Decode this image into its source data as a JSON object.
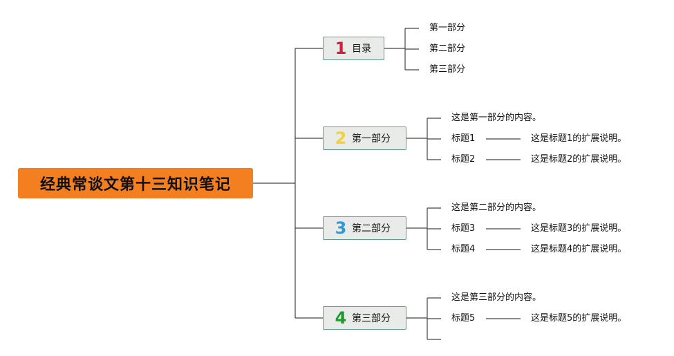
{
  "root": {
    "title": "经典常谈文第十三知识笔记",
    "color": "#f47f20"
  },
  "branches": [
    {
      "number": "1",
      "number_color": "#d0213b",
      "label": "目录",
      "children": [
        {
          "text": "第一部分"
        },
        {
          "text": "第二部分"
        },
        {
          "text": "第三部分"
        }
      ]
    },
    {
      "number": "2",
      "number_color": "#f2d23a",
      "label": "第一部分",
      "children": [
        {
          "text": "这是第一部分的内容。"
        },
        {
          "text": "标题1",
          "detail": "这是标题1的扩展说明。"
        },
        {
          "text": "标题2",
          "detail": "这是标题2的扩展说明。"
        }
      ]
    },
    {
      "number": "3",
      "number_color": "#2f9ad8",
      "label": "第二部分",
      "children": [
        {
          "text": "这是第二部分的内容。"
        },
        {
          "text": "标题3",
          "detail": "这是标题3的扩展说明。"
        },
        {
          "text": "标题4",
          "detail": "这是标题4的扩展说明。"
        }
      ]
    },
    {
      "number": "4",
      "number_color": "#1e9a2e",
      "label": "第三部分",
      "children": [
        {
          "text": "这是第三部分的内容。"
        },
        {
          "text": "标题5",
          "detail": "这是标题5的扩展说明。"
        },
        {
          "text": ""
        }
      ]
    }
  ],
  "line_color": "#444444"
}
